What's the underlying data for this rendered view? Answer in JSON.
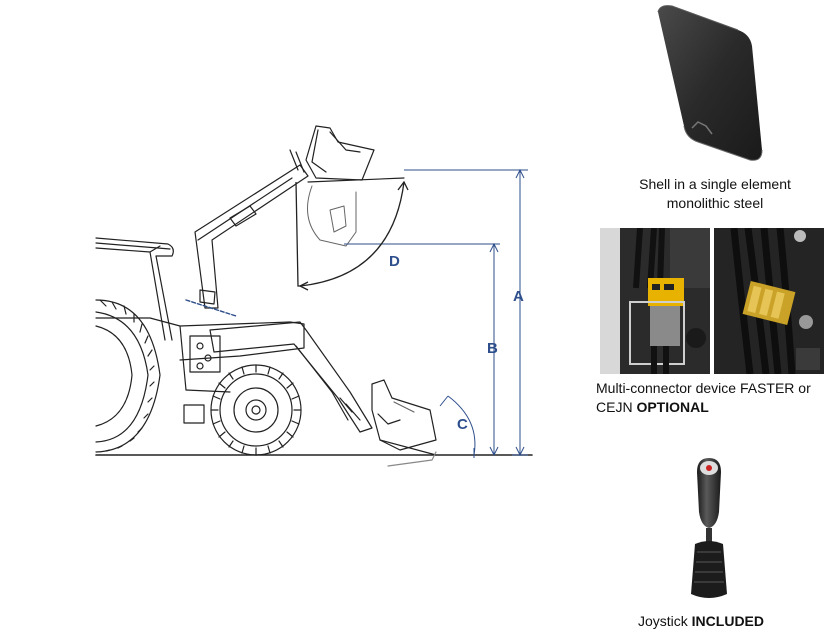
{
  "diagram": {
    "dimension_labels": {
      "a": "A",
      "b": "B",
      "c": "C",
      "d": "D"
    },
    "colors": {
      "dimension": "#2e4f8c",
      "linework": "#222222"
    }
  },
  "products": [
    {
      "id": "shell",
      "caption_line1": "Shell in a single element",
      "caption_line2": "monolithic steel",
      "icon": "bucket-shell-icon"
    },
    {
      "id": "multiconnector",
      "caption_line1": "Multi-connector device FASTER or",
      "caption_line2_plain": "CEJN ",
      "caption_line2_bold": "OPTIONAL",
      "icon": "hydraulic-connector-photo"
    },
    {
      "id": "joystick",
      "caption_plain": "Joystick ",
      "caption_bold": "INCLUDED",
      "icon": "joystick-icon"
    }
  ]
}
